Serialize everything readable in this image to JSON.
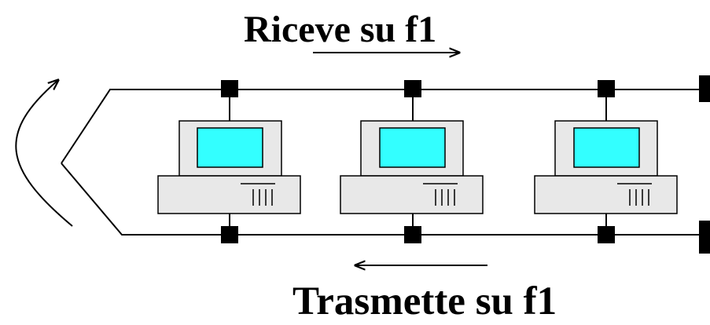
{
  "labels": {
    "top": "Riceve su f1",
    "bottom": "Trasmette su f1"
  },
  "colors": {
    "screen": "#33ffff",
    "case": "#e8e8e8",
    "line": "#000000",
    "tap": "#000000",
    "background": "#ffffff"
  },
  "computers": [
    {
      "name": "computer-1"
    },
    {
      "name": "computer-2"
    },
    {
      "name": "computer-3"
    }
  ],
  "icons": {
    "receive_arrow": "arrow-right-icon",
    "transmit_arrow": "arrow-left-icon",
    "loopback_arrow": "curved-arrow-up-icon"
  }
}
